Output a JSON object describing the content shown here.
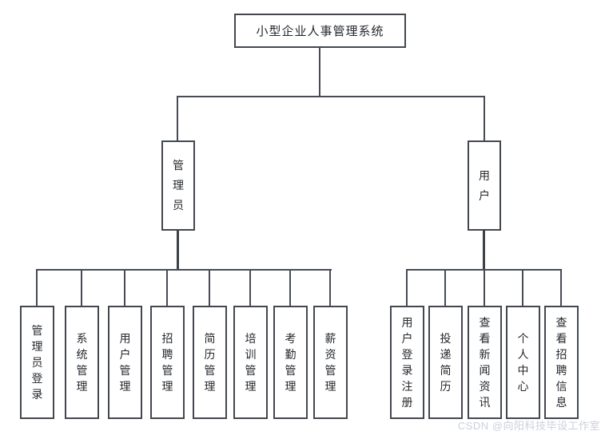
{
  "diagram": {
    "title": "小型企业人事管理系统",
    "branches": [
      {
        "label": "管理员",
        "children": [
          "管理员登录",
          "系统管理",
          "用户管理",
          "招聘管理",
          "简历管理",
          "培训管理",
          "考勤管理",
          "薪资管理"
        ]
      },
      {
        "label": "用户",
        "children": [
          "用户登录注册",
          "投递简历",
          "查看新闻资讯",
          "个人中心",
          "查看招聘信息"
        ]
      }
    ]
  },
  "watermark": "CSDN @向阳科技毕设工作室",
  "colors": {
    "line": "#474c54",
    "box_border": "#43484f",
    "text": "#24282d",
    "watermark": "#ccd0db",
    "background": "#ffffff"
  }
}
